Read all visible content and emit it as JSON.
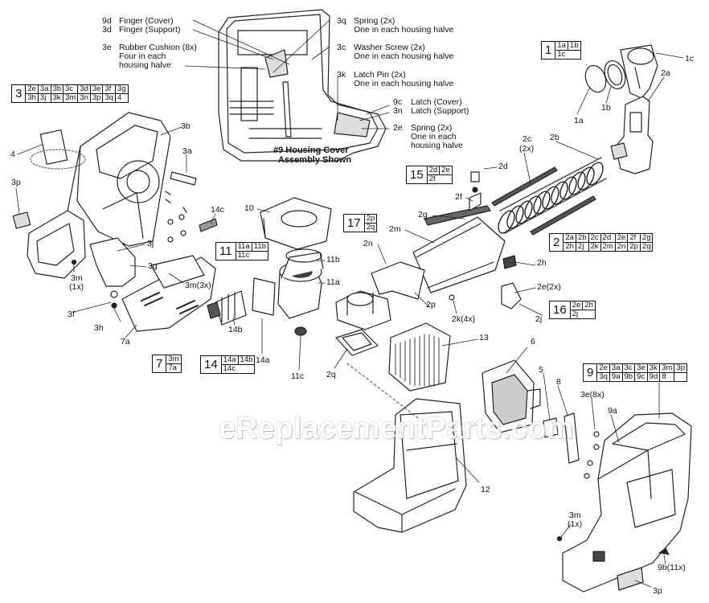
{
  "watermark": "eReplacementParts.com",
  "housing_title_line1": "#9 Housing Cover",
  "housing_title_line2": "Assembly Shown",
  "callouts": {
    "c9d": "9d",
    "t9d": "Finger (Cover)",
    "c3d": "3d",
    "t3d": "Finger (Support)",
    "c3e": "3e",
    "t3e": "Rubber Cushion (8x)",
    "t3e_2": "Four in each",
    "t3e_3": "housing halve",
    "c3q": "3q",
    "t3q": "Spring (2x)",
    "t3q_2": "One in each housing halve",
    "c3c": "3c",
    "t3c": "Washer Screw (2x)",
    "t3c_2": "One in each housing halve",
    "c3k": "3k",
    "t3k": "Latch Pin (2x)",
    "t3k_2": "One in each housing halve",
    "c9c": "9c",
    "t9c": "Latch (Cover)",
    "c3n": "3n",
    "t3n": "Latch (Support)",
    "c2e": "2e",
    "t2e": "Spring (2x)",
    "t2e_2": "One in each",
    "t2e_3": "housing halve"
  },
  "part_labels": {
    "p1c": "1c",
    "p2a": "2a",
    "p1b": "1b",
    "p1a": "1a",
    "p2b": "2b",
    "p2c": "2c",
    "p2c_q": "(2x)",
    "p3b": "3b",
    "p3a": "3a",
    "p4": "4",
    "p3p": "3p",
    "p14c": "14c",
    "p10": "10",
    "p3j": "3j",
    "p3g": "3g",
    "p3m": "3m",
    "p3m_q": "(1x)",
    "p3m3": "3m(3x)",
    "p3f": "3f",
    "p3h": "3h",
    "p7a": "7a",
    "p11b": "11b",
    "p11a": "11a",
    "p11c": "11c",
    "p14b": "14b",
    "p14a": "14a",
    "p2d": "2d",
    "p2f": "2f",
    "p2g": "2g",
    "p2m": "2m",
    "p2n": "2n",
    "p2h": "2h",
    "p2e2": "2e(2x)",
    "p2p": "2p",
    "p2k": "2k(4x)",
    "p2j": "2j",
    "p13": "13",
    "p2q": "2q",
    "p6": "6",
    "p5": "5",
    "p8": "8",
    "p3e8": "3e(8x)",
    "p9a": "9a",
    "p12": "12",
    "p3m_b": "3m",
    "p3m_bq": "(1x)",
    "p9b": "9b(11x)",
    "p3p_b": "3p"
  },
  "kits": {
    "k1": {
      "num": "1",
      "row1": [
        "1a",
        "1b"
      ],
      "row2": [
        "1c"
      ]
    },
    "k3": {
      "num": "3",
      "row1": [
        "2e",
        "3a",
        "3b",
        "3c",
        "3d",
        "3e",
        "3f",
        "3g"
      ],
      "row2": [
        "3h",
        "3j",
        "3k",
        "3m",
        "3n",
        "3p",
        "3q",
        "4"
      ]
    },
    "k15": {
      "num": "15",
      "row1": [
        "2d",
        "2e"
      ],
      "row2": [
        "2f"
      ]
    },
    "k17": {
      "num": "17",
      "row1": [
        "2p"
      ],
      "row2": [
        "2q"
      ]
    },
    "k11": {
      "num": "11",
      "row1": [
        "11a",
        "11b"
      ],
      "row2": [
        "11c"
      ]
    },
    "k2": {
      "num": "2",
      "row1": [
        "2a",
        "2b",
        "2c",
        "2d",
        "2e",
        "2f",
        "2g"
      ],
      "row2": [
        "2h",
        "2j",
        "2k",
        "2m",
        "2n",
        "2p",
        "2q"
      ]
    },
    "k16": {
      "num": "16",
      "row1": [
        "2e",
        "2h"
      ],
      "row2": [
        "2j"
      ]
    },
    "k7": {
      "num": "7",
      "row1": [
        "3m"
      ],
      "row2": [
        "7a"
      ]
    },
    "k14": {
      "num": "14",
      "row1": [
        "14a",
        "14b"
      ],
      "row2": [
        "14c"
      ]
    },
    "k9": {
      "num": "9",
      "row1": [
        "2e",
        "3a",
        "3c",
        "3e",
        "3k",
        "3m",
        "3p"
      ],
      "row2": [
        "3q",
        "9a",
        "9b",
        "9c",
        "9d",
        "8"
      ]
    }
  }
}
